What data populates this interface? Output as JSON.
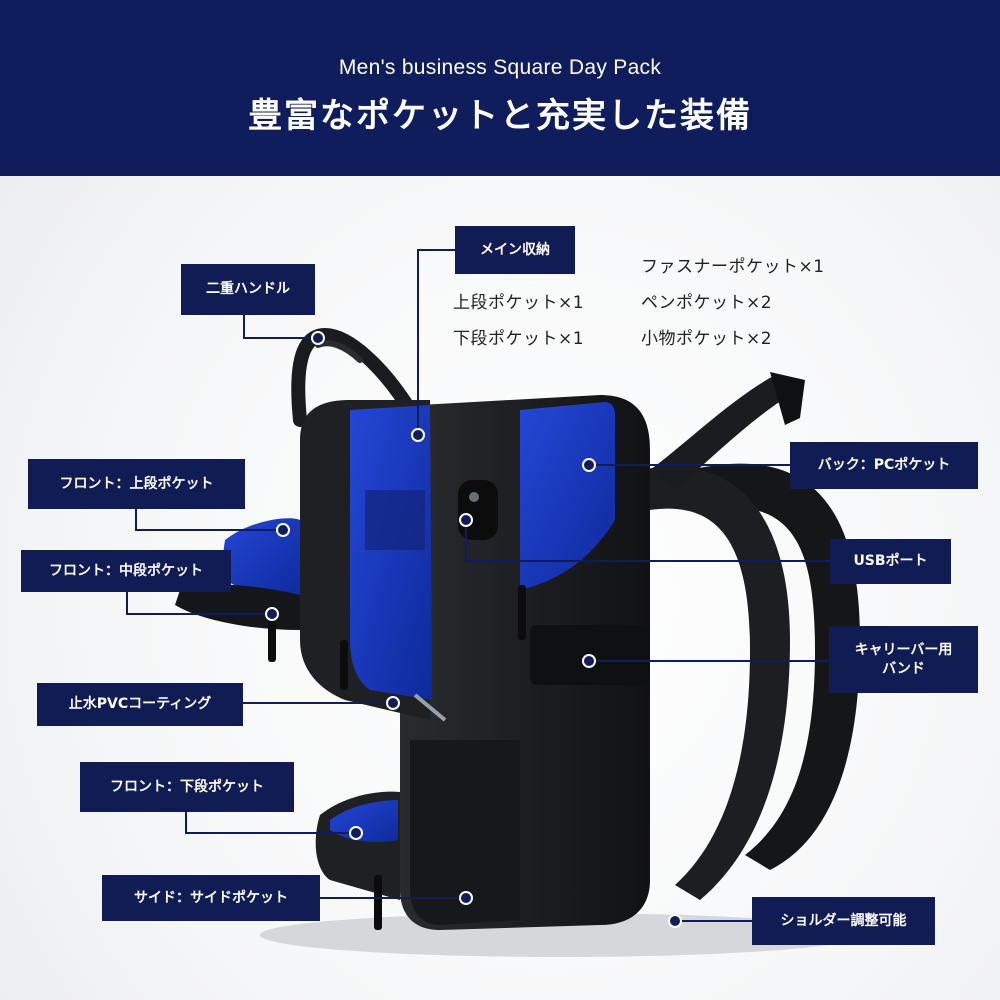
{
  "header": {
    "subtitle": "Men's business Square Day Pack",
    "title": "豊富なポケットと充実した装備"
  },
  "labels": {
    "main_storage": "メイン収納",
    "double_handle": "二重ハンドル",
    "front_upper": "フロント：上段ポケット",
    "front_middle": "フロント：中段ポケット",
    "waterproof": "止水PVCコーティング",
    "front_lower": "フロント：下段ポケット",
    "side": "サイド：サイドポケット",
    "back_pc": "バック：PCポケット",
    "usb": "USBポート",
    "carry_line1": "キャリーバー用",
    "carry_line2": "バンド",
    "shoulder": "ショルダー調整可能"
  },
  "main_storage_items": {
    "upper_pocket": "上段ポケット×1",
    "lower_pocket": "下段ポケット×1",
    "zipper_pocket": "ファスナーポケット×1",
    "pen_pocket": "ペンポケット×2",
    "small_pocket": "小物ポケット×2"
  },
  "colors": {
    "header_bg": "#0f1d5c",
    "label_bg": "#111c55",
    "lining_blue": "#1a39c4",
    "bag_black": "#1c1d20"
  }
}
